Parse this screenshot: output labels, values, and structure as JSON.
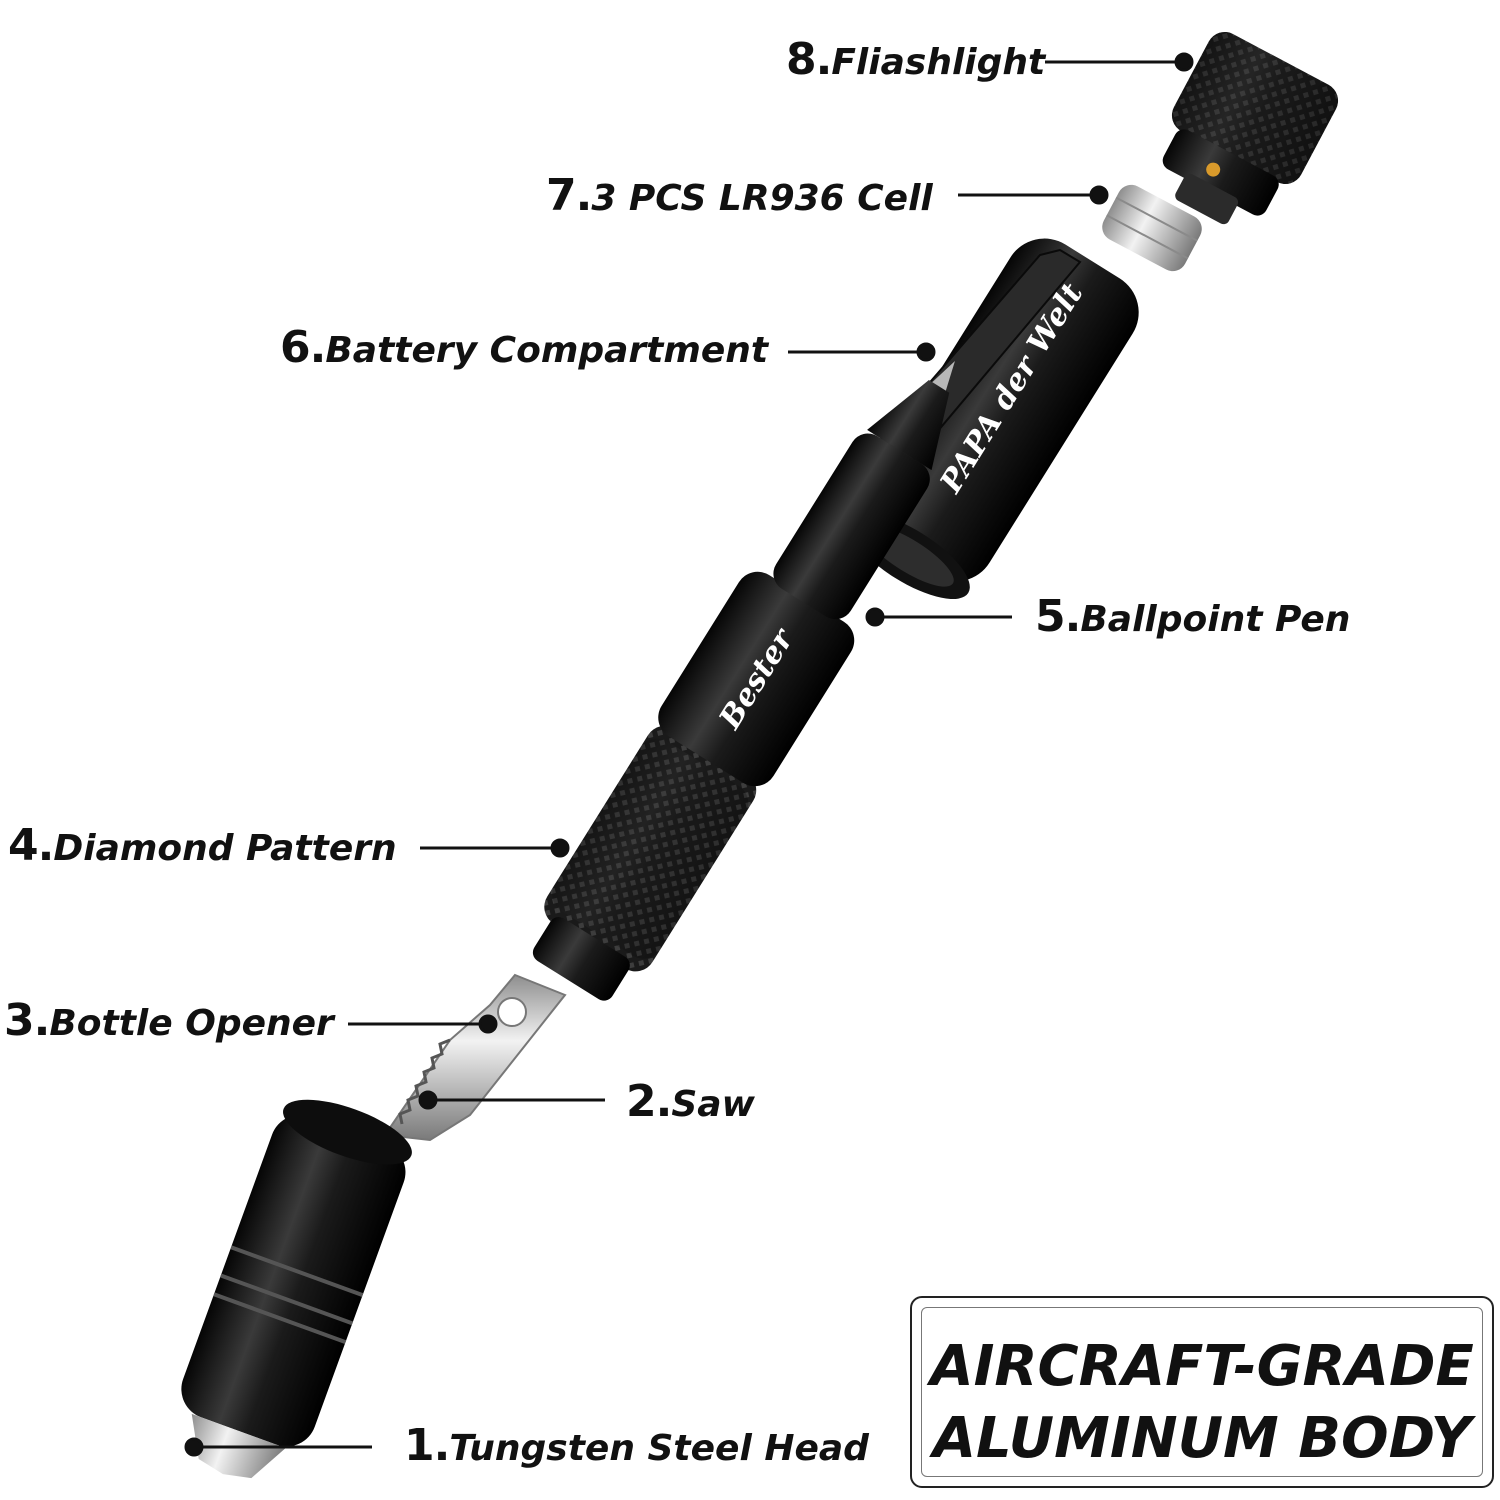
{
  "labels": [
    {
      "num": "8.",
      "text": "Fliashlight"
    },
    {
      "num": "7.",
      "text": "3 PCS LR936 Cell"
    },
    {
      "num": "6.",
      "text": "Battery Compartment"
    },
    {
      "num": "5.",
      "text": "Ballpoint Pen"
    },
    {
      "num": "4.",
      "text": "Diamond Pattern"
    },
    {
      "num": "3.",
      "text": "Bottle Opener"
    },
    {
      "num": "2.",
      "text": "Saw"
    },
    {
      "num": "1.",
      "text": "Tungsten Steel Head"
    }
  ],
  "engravings": {
    "battery": "PAPA der Welt",
    "pen": "Bester"
  },
  "callout": {
    "line1": "AIRCRAFT-GRADE",
    "line2": "ALUMINUM BODY"
  },
  "colors": {
    "metal_dark": "#141414",
    "metal_mid": "#2a2a2a",
    "silver": "#c8c8c8",
    "text": "#111111"
  }
}
